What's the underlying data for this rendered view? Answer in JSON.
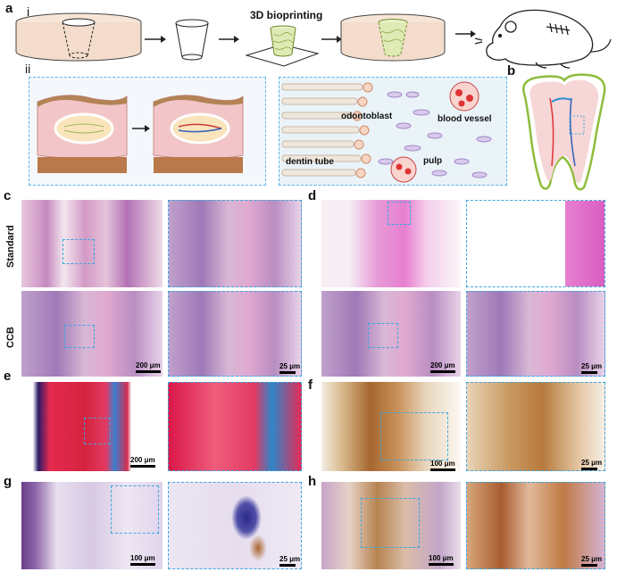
{
  "labels": {
    "a": "a",
    "i": "i",
    "ii": "ii",
    "b": "b",
    "c": "c",
    "d": "d",
    "e": "e",
    "f": "f",
    "g": "g",
    "h": "h"
  },
  "schematic": {
    "bioprinting_label": "3D bioprinting",
    "text_odontoblast": "odontoblast",
    "text_blood_vessel": "blood vessel",
    "text_dentin_tube": "dentin tube",
    "text_pulp": "pulp"
  },
  "rows": {
    "standard": "Standard",
    "ccb": "CCB"
  },
  "scales": {
    "c_ccb_low": "200 μm",
    "c_ccb_high": "25 μm",
    "d_ccb_low": "200 μm",
    "d_ccb_high": "25 μm",
    "e_low": "200 μm",
    "f_low": "100 μm",
    "f_high": "25 μm",
    "g_low": "100 μm",
    "g_high": "25 μm",
    "h_low": "100 μm",
    "h_high": "25 μm"
  },
  "colors": {
    "dash_blue": "#3aa7e0",
    "dentin_pink": "#e77fd0",
    "tooth_outline": "#8fbc3b"
  }
}
